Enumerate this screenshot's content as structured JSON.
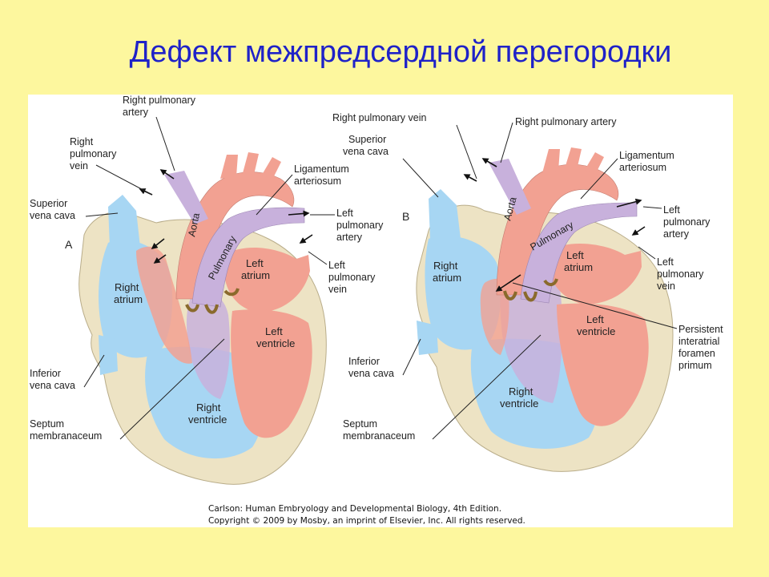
{
  "slide": {
    "title": "Дефект межпредсердной перегородки",
    "background_color": "#fdf79e",
    "title_color": "#1f22c8"
  },
  "colors": {
    "myocardium": "#ede3c4",
    "oxygenated": "#f2a192",
    "deoxygenated": "#a7d6f3",
    "mixed": "#c8b1dc",
    "valve": "#8a6a2c"
  },
  "panel_a": {
    "letter": "A",
    "labels": {
      "right_pulmonary_artery": [
        "Right pulmonary",
        "artery"
      ],
      "right_pulmonary_vein": [
        "Right",
        "pulmonary",
        "vein"
      ],
      "superior_vena_cava": [
        "Superior",
        "vena cava"
      ],
      "ligamentum_arteriosum": [
        "Ligamentum",
        "arteriosum"
      ],
      "left_pulmonary_artery": [
        "Left",
        "pulmonary",
        "artery"
      ],
      "left_pulmonary_vein": [
        "Left",
        "pulmonary",
        "vein"
      ],
      "aorta": "Aorta",
      "pulmonary": "Pulmonary",
      "left_atrium": [
        "Left",
        "atrium"
      ],
      "right_atrium": [
        "Right",
        "atrium"
      ],
      "left_ventricle": [
        "Left",
        "ventricle"
      ],
      "right_ventricle": [
        "Right",
        "ventricle"
      ],
      "inferior_vena_cava": [
        "Inferior",
        "vena cava"
      ],
      "septum_membranaceum": [
        "Septum",
        "membranaceum"
      ]
    }
  },
  "panel_b": {
    "letter": "B",
    "labels": {
      "right_pulmonary_vein": "Right pulmonary vein",
      "right_pulmonary_artery": "Right pulmonary artery",
      "superior_vena_cava": [
        "Superior",
        "vena cava"
      ],
      "ligamentum_arteriosum": [
        "Ligamentum",
        "arteriosum"
      ],
      "left_pulmonary_artery": [
        "Left",
        "pulmonary",
        "artery"
      ],
      "left_pulmonary_vein": [
        "Left",
        "pulmonary",
        "vein"
      ],
      "aorta": "Aorta",
      "pulmonary": "Pulmonary",
      "left_atrium": [
        "Left",
        "atrium"
      ],
      "right_atrium": [
        "Right",
        "atrium"
      ],
      "left_ventricle": [
        "Left",
        "ventricle"
      ],
      "right_ventricle": [
        "Right",
        "ventricle"
      ],
      "persistent_foramen": [
        "Persistent",
        "interatrial",
        "foramen",
        "primum"
      ],
      "inferior_vena_cava": [
        "Inferior",
        "vena cava"
      ],
      "septum_membranaceum": [
        "Septum",
        "membranaceum"
      ]
    }
  },
  "credit": {
    "line1": "Carlson: Human Embryology and Developmental Biology, 4th Edition.",
    "line2": "Copyright © 2009 by Mosby, an imprint of Elsevier, Inc. All rights reserved."
  }
}
